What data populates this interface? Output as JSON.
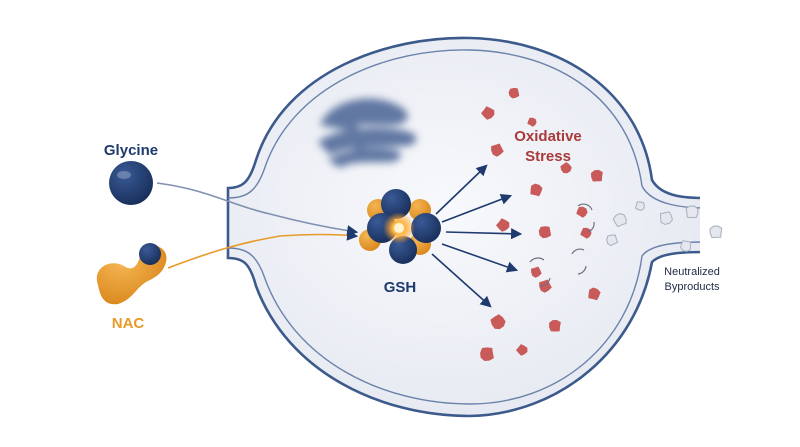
{
  "labels": {
    "glycine": "Glycine",
    "nac": "NAC",
    "gsh": "GSH",
    "oxidative_line1": "Oxidative",
    "oxidative_line2": "Stress",
    "neutralized_line1": "Neutralized",
    "neutralized_line2": "Byproducts"
  },
  "colors": {
    "navy": "#1e3a6e",
    "orange": "#e89a2a",
    "red_text": "#a83a3a",
    "particle": "#c85a5a",
    "membrane": "#3d5a8c",
    "cell_fill": "#f1f3f8",
    "byproduct": "#e4e7ee"
  },
  "icons": {
    "glycine": "navy-sphere-icon",
    "nac": "orange-dumbbell-molecule-icon",
    "gsh": "glutathione-cluster-icon",
    "organelle": "golgi-organelle-icon",
    "radical": "free-radical-particle-icon",
    "byproduct": "neutralized-fragment-icon"
  }
}
